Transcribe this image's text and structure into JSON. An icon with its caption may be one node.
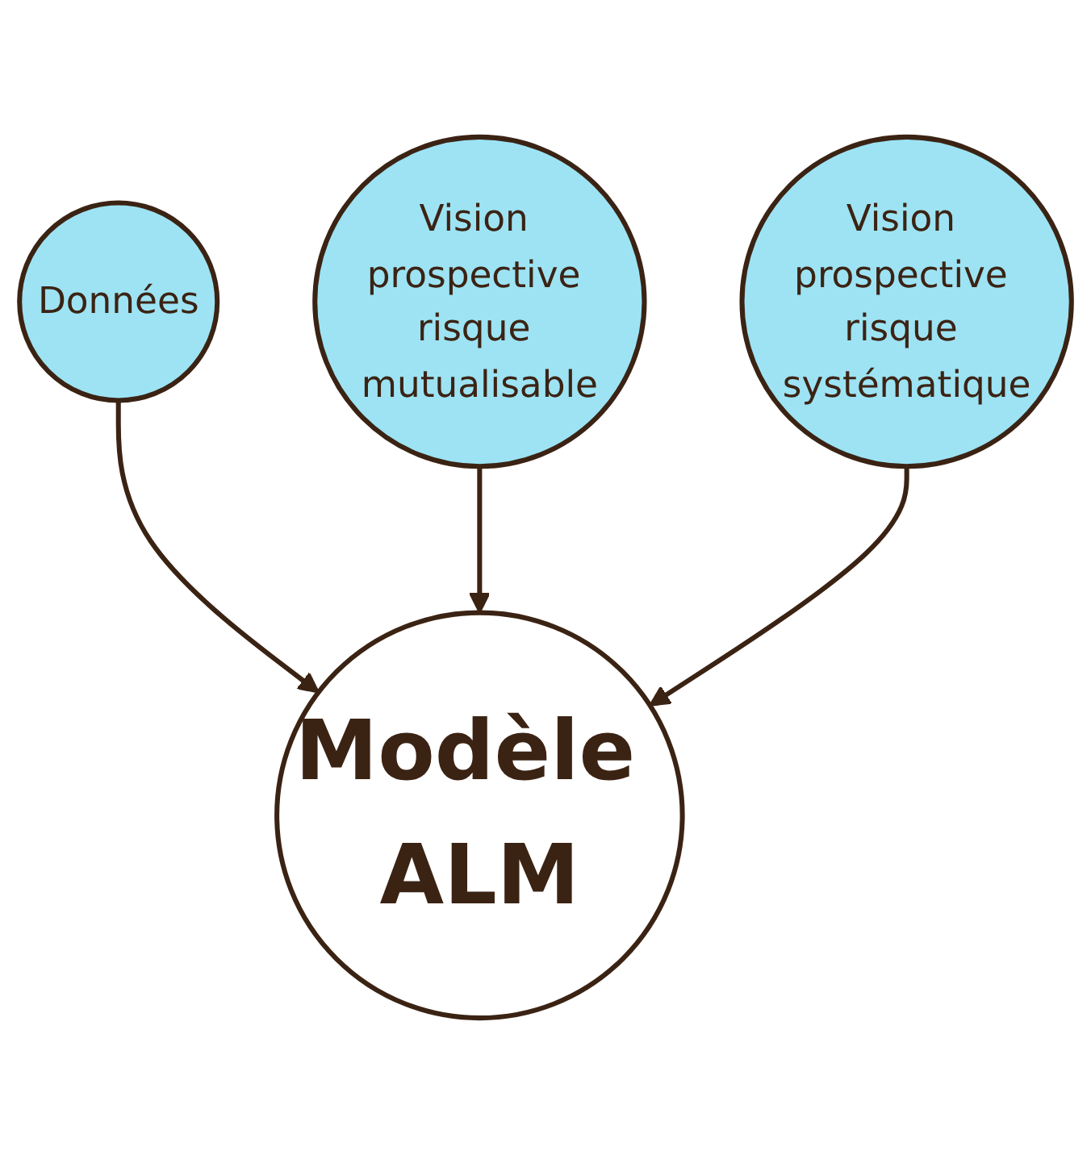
{
  "diagram": {
    "nodes": [
      {
        "text": [
          "Données"
        ]
      },
      {
        "text": [
          "Vision prospective risque mutualisable"
        ]
      },
      {
        "text": [
          "Modèle ALM"
        ]
      },
      {
        "text": [
          "Vision prospective risque systématique"
        ]
      }
    ],
    "edges": [
      {
        "from": 0,
        "to": 2,
        "arrow": "to"
      },
      {
        "from": 1,
        "to": 2,
        "arrow": "to"
      },
      {
        "from": 3,
        "to": 2,
        "arrow": "to"
      }
    ]
  }
}
